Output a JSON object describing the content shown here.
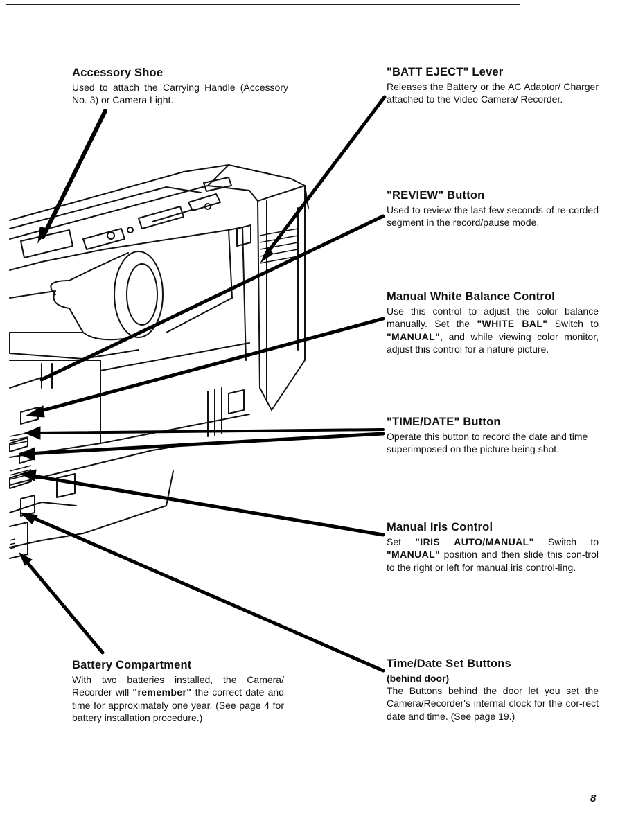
{
  "callouts": {
    "accessory_shoe": {
      "title": "Accessory Shoe",
      "text": "Used to attach the Carrying Handle (Accessory No. 3) or Camera Light."
    },
    "batt_eject": {
      "title": "\"BATT EJECT\" Lever",
      "text": "Releases the Battery or the AC Adaptor/ Charger attached to the Video Camera/ Recorder."
    },
    "review": {
      "title": "\"REVIEW\" Button",
      "text": "Used to review the last few seconds of re-corded segment in the record/pause mode."
    },
    "white_balance": {
      "title": "Manual White Balance Control",
      "text_1": "Use this control to adjust the color balance manually. Set the ",
      "bold_1": "\"WHITE BAL\"",
      "text_2": " Switch to ",
      "bold_2": "\"MANUAL\"",
      "text_3": ", and while viewing color monitor, adjust this control for a nature picture."
    },
    "time_date": {
      "title": "\"TIME/DATE\" Button",
      "text": "Operate this button to record the date and time superimposed on the picture being shot."
    },
    "iris": {
      "title": "Manual Iris Control",
      "text_1": "Set ",
      "bold_1": "\"IRIS AUTO/MANUAL\"",
      "text_2": " Switch to ",
      "bold_2": "\"MANUAL\"",
      "text_3": " position and then slide this con-trol to the right or left for manual iris control-ling."
    },
    "battery_compartment": {
      "title": "Battery Compartment",
      "text_1": "With two batteries installed, the Camera/ Recorder will ",
      "bold_1": "\"remember\"",
      "text_2": " the correct date and time for approximately one year. (See page 4 for battery installation procedure.)"
    },
    "time_date_set": {
      "title": "Time/Date Set Buttons",
      "subtitle": "(behind door)",
      "text": "The Buttons behind the door let you set the Camera/Recorder's internal clock for the cor-rect date and time. (See page 19.)"
    }
  },
  "page_number": "8"
}
